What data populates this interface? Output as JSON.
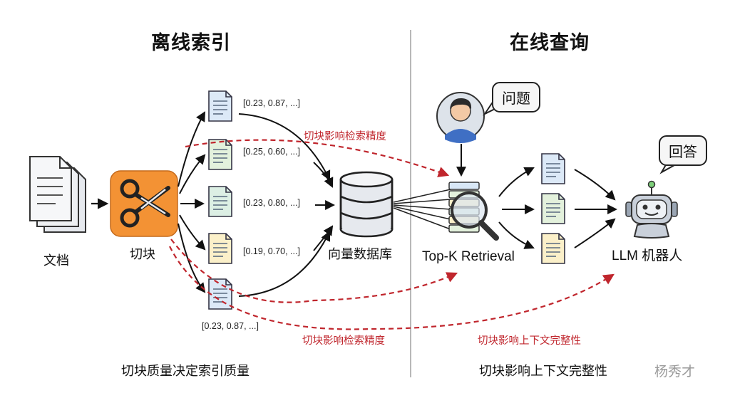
{
  "sections": {
    "offline_title": "离线索引",
    "online_title": "在线查询"
  },
  "nodes": {
    "documents": "文档",
    "chunking": "切块",
    "vector_db": "向量数据库",
    "retrieval": "Top-K Retrieval",
    "llm": "LLM 机器人"
  },
  "vectors": [
    "[0.23, 0.87, ...]",
    "[0.25, 0.60, ...]",
    "[0.23, 0.80, ...]",
    "[0.19, 0.70, ...]",
    "[0.23, 0.87, ...]"
  ],
  "bubbles": {
    "question": "问题",
    "answer": "回答"
  },
  "annotations": {
    "precision_top": "切块影响检索精度",
    "precision_bottom": "切块影响检索精度",
    "context": "切块影响上下文完整性"
  },
  "footers": {
    "left": "切块质量决定索引质量",
    "right": "切块影响上下文完整性"
  },
  "watermark": "杨秀才",
  "colors": {
    "arrow": "#111111",
    "annotation_red": "#c0262d",
    "chunk_blue": "#dce9f7",
    "chunk_green": "#e3f1dc",
    "chunk_teal": "#dcefe4",
    "chunk_yellow": "#fbf0c9",
    "scissors_orange": "#f39234"
  }
}
